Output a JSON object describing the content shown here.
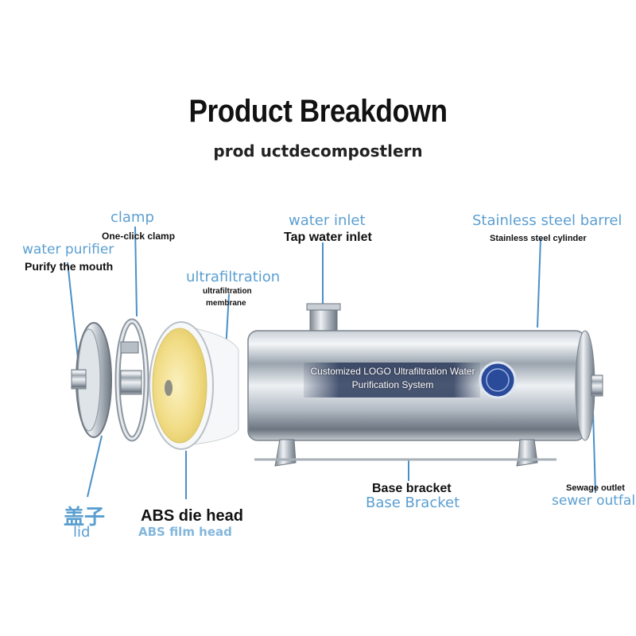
{
  "header": {
    "title": "Product Breakdown",
    "subtitle": "prod uctdecompostlern"
  },
  "labels": {
    "clamp": {
      "en_blue": "clamp",
      "caption": "One-click clamp"
    },
    "water_purifier": {
      "en_blue": "water purifier",
      "caption": "Purify the mouth"
    },
    "ultrafiltration": {
      "en_blue": "ultrafiltration",
      "caption_line1": "ultrafiltration",
      "caption_line2": "membrane"
    },
    "water_inlet": {
      "en_blue": "water inlet",
      "caption": "Tap water inlet"
    },
    "barrel": {
      "en_blue": "Stainless steel barrel",
      "caption": "Stainless steel cylinder"
    },
    "lid": {
      "cn": "盖子",
      "en_blue": "lid"
    },
    "abs": {
      "caption": "ABS die head",
      "en_blue": "ABS film head"
    },
    "base": {
      "caption": "Base bracket",
      "en_blue": "Base Bracket"
    },
    "sewage": {
      "caption": "Sewage outlet",
      "en_blue": "sewer outfall"
    }
  },
  "product_banner": {
    "line1": "Customized LOGO Ultrafiltration Water",
    "line2": "Purification System"
  },
  "colors": {
    "accent_blue": "#5b9fd1",
    "leader_line": "#4a90c8",
    "membrane_yellow": "#f3e29a",
    "badge_blue": "#2a4a9a"
  }
}
